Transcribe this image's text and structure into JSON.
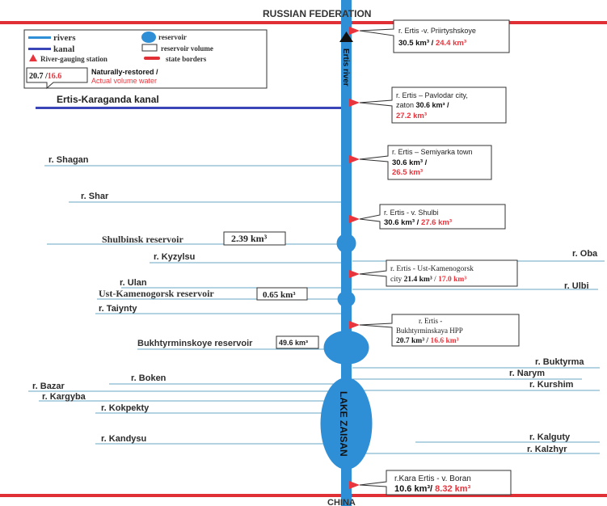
{
  "borders": {
    "top": "RUSSIAN FEDERATION",
    "bottom": "CHINA"
  },
  "legend": {
    "rivers": "rivers",
    "kanal": "kanal",
    "reservoir": "reservoir",
    "reservoir_volume": "reservoir volume",
    "station": "River-gauging station",
    "state_borders": "state borders",
    "example_natural": "20.7",
    "example_sep": " /",
    "example_actual": "16.6",
    "natural_label": "Naturally-restored /",
    "actual_label": "Actual volume water"
  },
  "main_river": {
    "label": "Ertis river"
  },
  "kanal": {
    "label": "Ertis-Karaganda kanal"
  },
  "lake": {
    "label": "LAKE ZAISAN"
  },
  "stations": [
    {
      "line1": "r. Ertis -v. Priirtyshskoye",
      "line2": "",
      "value_prefix": "",
      "natural": "30.5 km³",
      "sep": " / ",
      "actual": "24.4 km³"
    },
    {
      "line1": "r. Ertis – Pavlodar city,",
      "line2": "",
      "value_prefix": "zaton ",
      "natural": "30.6 km³ /",
      "sep": "",
      "actual": "27.2 km³"
    },
    {
      "line1": "r. Ertis – Semiyarka town",
      "line2": "",
      "value_prefix": "",
      "natural": "30.6 km³ /",
      "sep": "",
      "actual": "26.5 km³"
    },
    {
      "line1": "r. Ertis - v. Shulbi",
      "line2": "",
      "value_prefix": "",
      "natural": "30.6 km³",
      "sep": " / ",
      "actual": "27.6 km³"
    },
    {
      "line1": "r. Ertis - Ust-Kamenogorsk",
      "line2": "",
      "value_prefix": "city ",
      "natural": "21.4 km³",
      "sep": " / ",
      "actual": "17.0 km³"
    },
    {
      "line1": "r. Ertis -",
      "line2": "Bukhtyrminskaya HPP",
      "value_prefix": "",
      "natural": "20.7 km³",
      "sep": " / ",
      "actual": "16.6 km³"
    },
    {
      "line1": "r.Kara Ertis - v. Boran",
      "line2": "",
      "value_prefix": "",
      "natural": "10.6 km³",
      "sep": "/ ",
      "actual": "8.32 km³"
    }
  ],
  "reservoirs": [
    {
      "name": "Shulbinsk reservoir",
      "volume": "2.39 km³"
    },
    {
      "name": "Ust-Kamenogorsk reservoir",
      "volume": "0.65 km³"
    },
    {
      "name": "Bukhtyrminskoye reservoir",
      "volume": "49.6 km³"
    }
  ],
  "left_tributaries": [
    "r. Shagan",
    "r. Shar",
    "r. Kyzylsu",
    "r. Ulan",
    "r. Taiynty",
    "r. Boken",
    "r. Bazar",
    "r. Kargyba",
    "r. Kokpekty",
    "r. Kandysu"
  ],
  "right_tributaries": [
    "r. Oba",
    "r. Ulbi",
    "r. Buktyrma",
    "r. Narym",
    "r. Kurshim",
    "r. Kalguty",
    "r. Kalzhyr"
  ],
  "colors": {
    "river": "#2f8fd6",
    "kanal": "#3a46b8",
    "border": "#e03036",
    "station": "#e8343c",
    "tributary": "#6aa7c4",
    "actual_text": "#e8343c"
  }
}
